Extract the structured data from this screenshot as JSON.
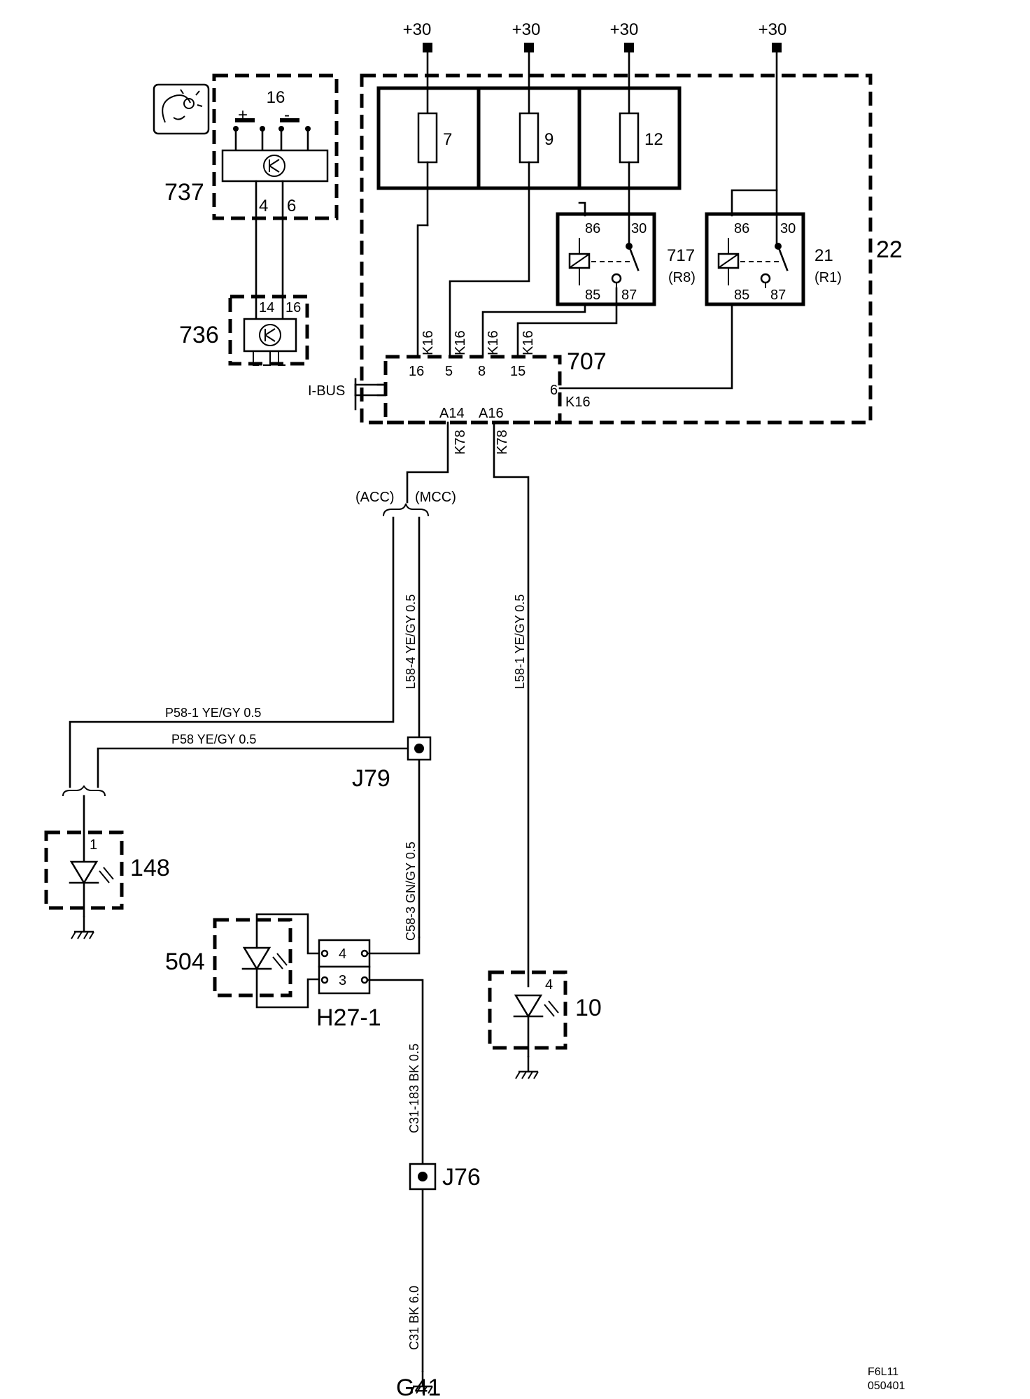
{
  "supply": {
    "label": "+30"
  },
  "components": {
    "c737": "737",
    "c737_pin_top": "16",
    "c737_pin4": "4",
    "c737_pin6": "6",
    "c736": "736",
    "c736_pin14": "14",
    "c736_pin16": "16",
    "c22": "22",
    "c707": "707",
    "c148": "148",
    "c148_pin": "1",
    "c504": "504",
    "c10": "10",
    "c10_pin": "4"
  },
  "fuses": [
    "7",
    "9",
    "12"
  ],
  "relays": {
    "r717": {
      "id": "717",
      "tag": "(R8)",
      "p86": "86",
      "p30": "30",
      "p85": "85",
      "p87": "87"
    },
    "r21": {
      "id": "21",
      "tag": "(R1)",
      "p86": "86",
      "p30": "30",
      "p85": "85",
      "p87": "87"
    }
  },
  "connector707": {
    "pins": [
      "16",
      "5",
      "8",
      "15",
      "6"
    ],
    "a14": "A14",
    "a16": "A16",
    "k16": "K16",
    "k78": "K78",
    "ibus": "I-BUS"
  },
  "variants": {
    "acc": "(ACC)",
    "mcc": "(MCC)"
  },
  "wires": {
    "l58_4": "L58-4   YE/GY   0.5",
    "l58_1": "L58-1   YE/GY   0.5",
    "p58_1": "P58-1 YE/GY  0.5",
    "p58": "P58 YE/GY  0.5",
    "c58_3": "C58-3   GN/GY   0.5",
    "c31_183": "C31-183   BK   0.5",
    "c31": "C31   BK   6.0"
  },
  "splices": {
    "j79": "J79",
    "j76": "J76"
  },
  "h27": {
    "id": "H27-1",
    "pin4": "4",
    "pin3": "3"
  },
  "ground": {
    "g41": "G41"
  },
  "footer": {
    "line1": "F6L11",
    "line2": "050401"
  }
}
